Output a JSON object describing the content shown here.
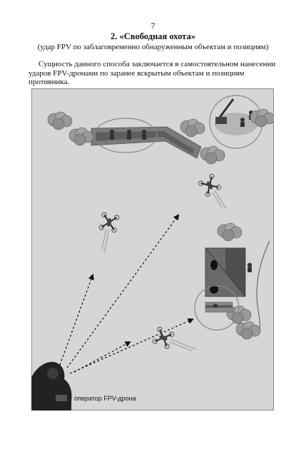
{
  "page": {
    "page_number": "7",
    "title": "2. «Свободная охота»",
    "subtitle": "(удар FPV по заблаговременно обнаруженным объектам и позициям)",
    "paragraph": "Сущность данного способа заключается в самостоятельном нанесении ударов FPV-дронами по заранее вскрытым объектам и позициям противника."
  },
  "figure": {
    "operator_label": "оператор FPV-дрона",
    "colors": {
      "background": "#d6d6d6",
      "trench": "#7a7a7a",
      "building_roof": "#5a5a5a",
      "bush": "#9a9a9a",
      "drone": "#2a2a2a"
    },
    "icons": [
      "trench-icon",
      "artillery-position-icon",
      "building-icon",
      "bush-icon",
      "fpv-drone-icon",
      "soldier-icon",
      "operator-icon",
      "flight-path-arrow-icon"
    ]
  }
}
